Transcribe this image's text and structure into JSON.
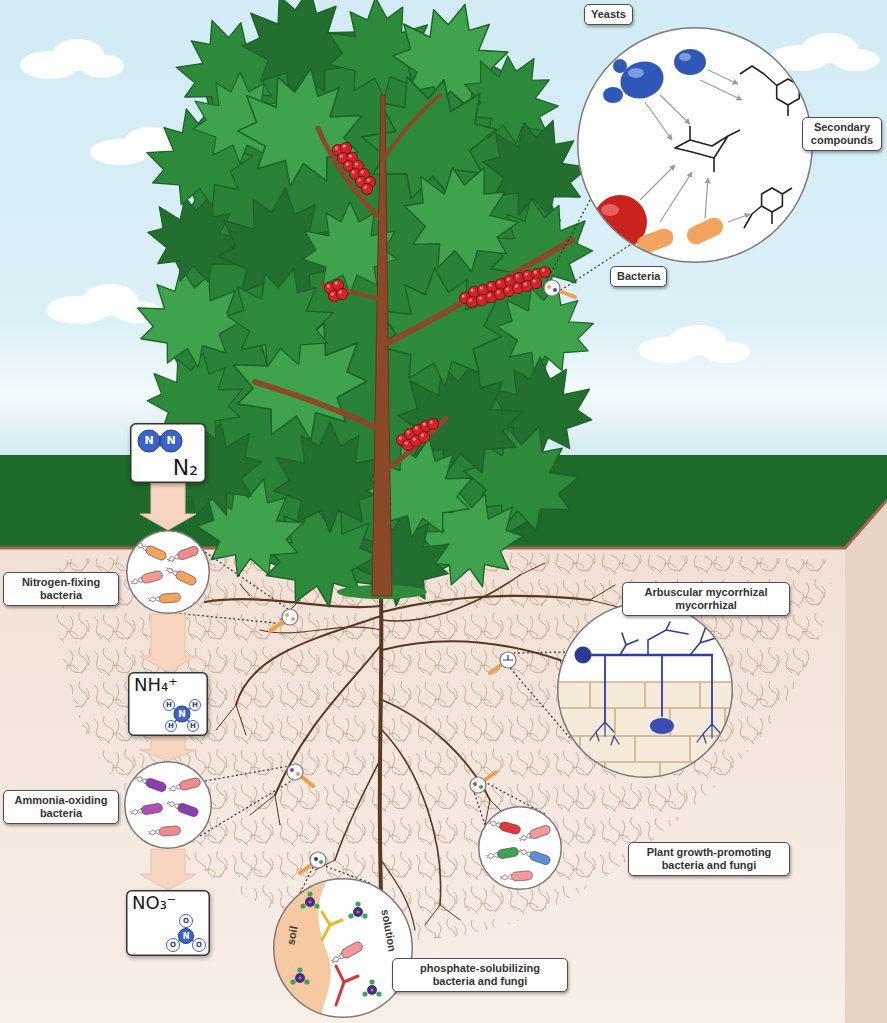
{
  "diagram": {
    "nodes": [
      {
        "text": [
          "Yeasts",
          "Secondary compounds",
          "Bacteria"
        ]
      },
      {
        "text": [
          "N₂"
        ]
      },
      {
        "text": [
          "Nitrogen-fixing bacteria"
        ]
      },
      {
        "text": [
          "Arbuscular mycorrhizal mycorrhizal"
        ]
      },
      {
        "text": [
          "NH₄⁺"
        ]
      },
      {
        "text": [
          "Ammonia-oxiding bacteria"
        ]
      },
      {
        "text": [
          "Plant growth-promoting bacteria and fungi"
        ]
      },
      {
        "text": [
          "NO₃⁻"
        ]
      },
      {
        "text": [
          "soil",
          "solution",
          "phosphate-solubilizing bacteria and fungi"
        ]
      }
    ],
    "edges": [
      {
        "from": 1,
        "to": 2,
        "arrow": "to"
      },
      {
        "from": 2,
        "to": 4,
        "arrow": "to"
      },
      {
        "from": 4,
        "to": 5,
        "arrow": "to"
      },
      {
        "from": 5,
        "to": 7,
        "arrow": "to"
      }
    ],
    "labels": [
      "N",
      "N",
      "N",
      "H",
      "H",
      "H",
      "H",
      "N",
      "O",
      "O",
      "O"
    ]
  }
}
